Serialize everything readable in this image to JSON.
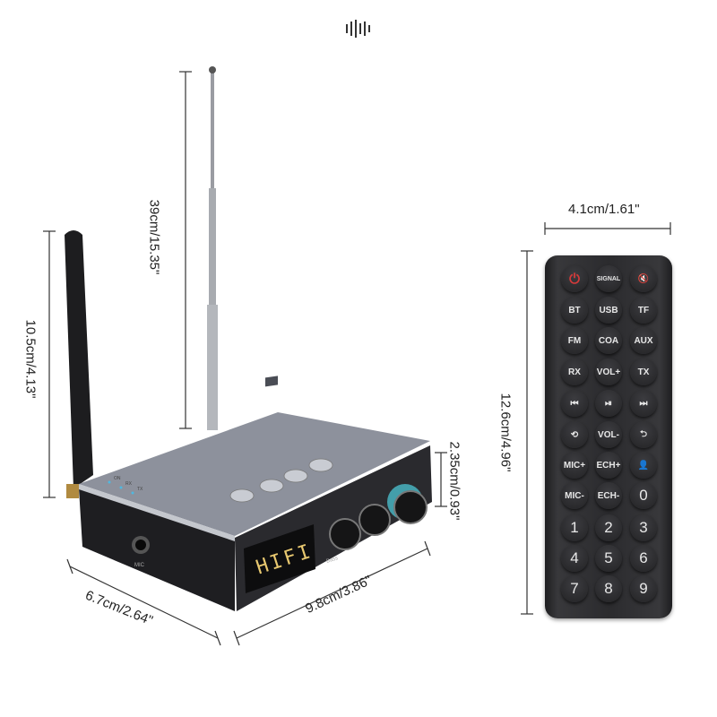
{
  "brand_logo": "sound-wave-logo",
  "dimensions": {
    "rod_antenna_length": "39cm/15.35\"",
    "bt_antenna_length": "10.5cm/4.13\"",
    "device_height": "2.35cm/0.93\"",
    "device_width": "6.7cm/2.64\"",
    "device_depth": "9.8cm/3.86\"",
    "remote_width": "4.1cm/1.61\"",
    "remote_length": "12.6cm/4.96\""
  },
  "device": {
    "display_text": "HIFI",
    "indicators": [
      "ON",
      "RX",
      "TX"
    ],
    "jack_label": "MIC",
    "knob_label": "Bass"
  },
  "remote": {
    "buttons": [
      [
        "power-icon",
        "SIGNAL",
        "mute-icon"
      ],
      [
        "BT",
        "USB",
        "TF"
      ],
      [
        "FM",
        "COA",
        "AUX"
      ],
      [
        "RX",
        "VOL+",
        "TX"
      ],
      [
        "prev-icon",
        "play-pause-icon",
        "next-icon"
      ],
      [
        "repeat-icon",
        "VOL-",
        "loop-icon"
      ],
      [
        "MIC+",
        "ECH+",
        "vocal-cancel-icon"
      ],
      [
        "MIC-",
        "ECH-",
        "0"
      ],
      [
        "1",
        "2",
        "3"
      ],
      [
        "4",
        "5",
        "6"
      ],
      [
        "7",
        "8",
        "9"
      ]
    ]
  },
  "colors": {
    "remote_body": "#2b2b2e",
    "device_top": "#8d919c",
    "display_digits": "#e8c870",
    "ring_glow": "#4fd0e0",
    "power_red": "#d43a3a"
  }
}
